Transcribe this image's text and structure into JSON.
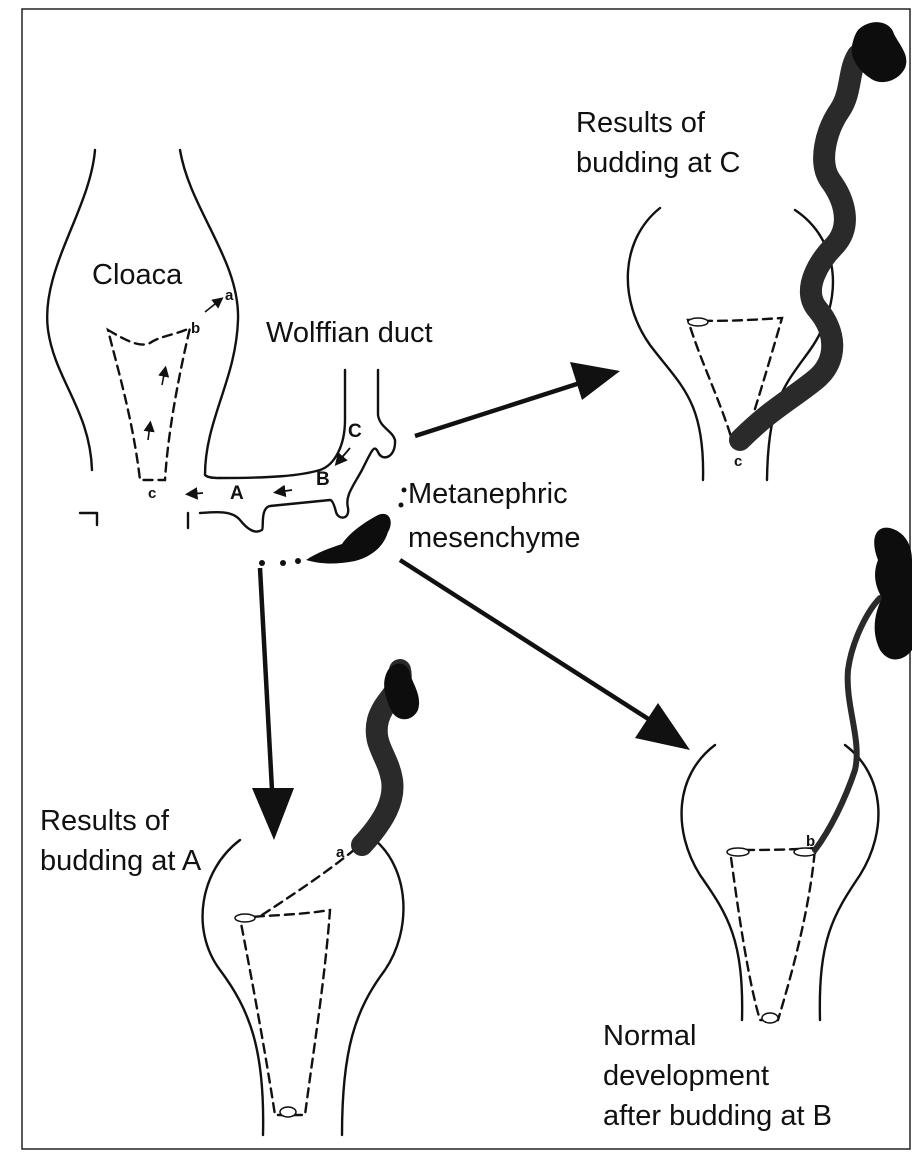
{
  "labels": {
    "cloaca": "Cloaca",
    "wolffian_duct": "Wolffian duct",
    "metanephric_line1": "Metanephric",
    "metanephric_line2": "mesenchyme",
    "point_a": "a",
    "point_b": "b",
    "point_c": "c",
    "bud_A": "A",
    "bud_B": "B",
    "bud_C": "C",
    "result_c_line1": "Results of",
    "result_c_line2": "budding at C",
    "result_c_point": "c",
    "result_a_line1": "Results of",
    "result_a_line2": "budding at A",
    "result_a_point": "a",
    "normal_line1": "Normal",
    "normal_line2": "development",
    "normal_line3": "after budding at B",
    "normal_point": "b"
  },
  "colors": {
    "ink": "#111111",
    "ureter": "#4a4a4a",
    "kidney": "#0d0d0d",
    "background": "#ffffff"
  }
}
